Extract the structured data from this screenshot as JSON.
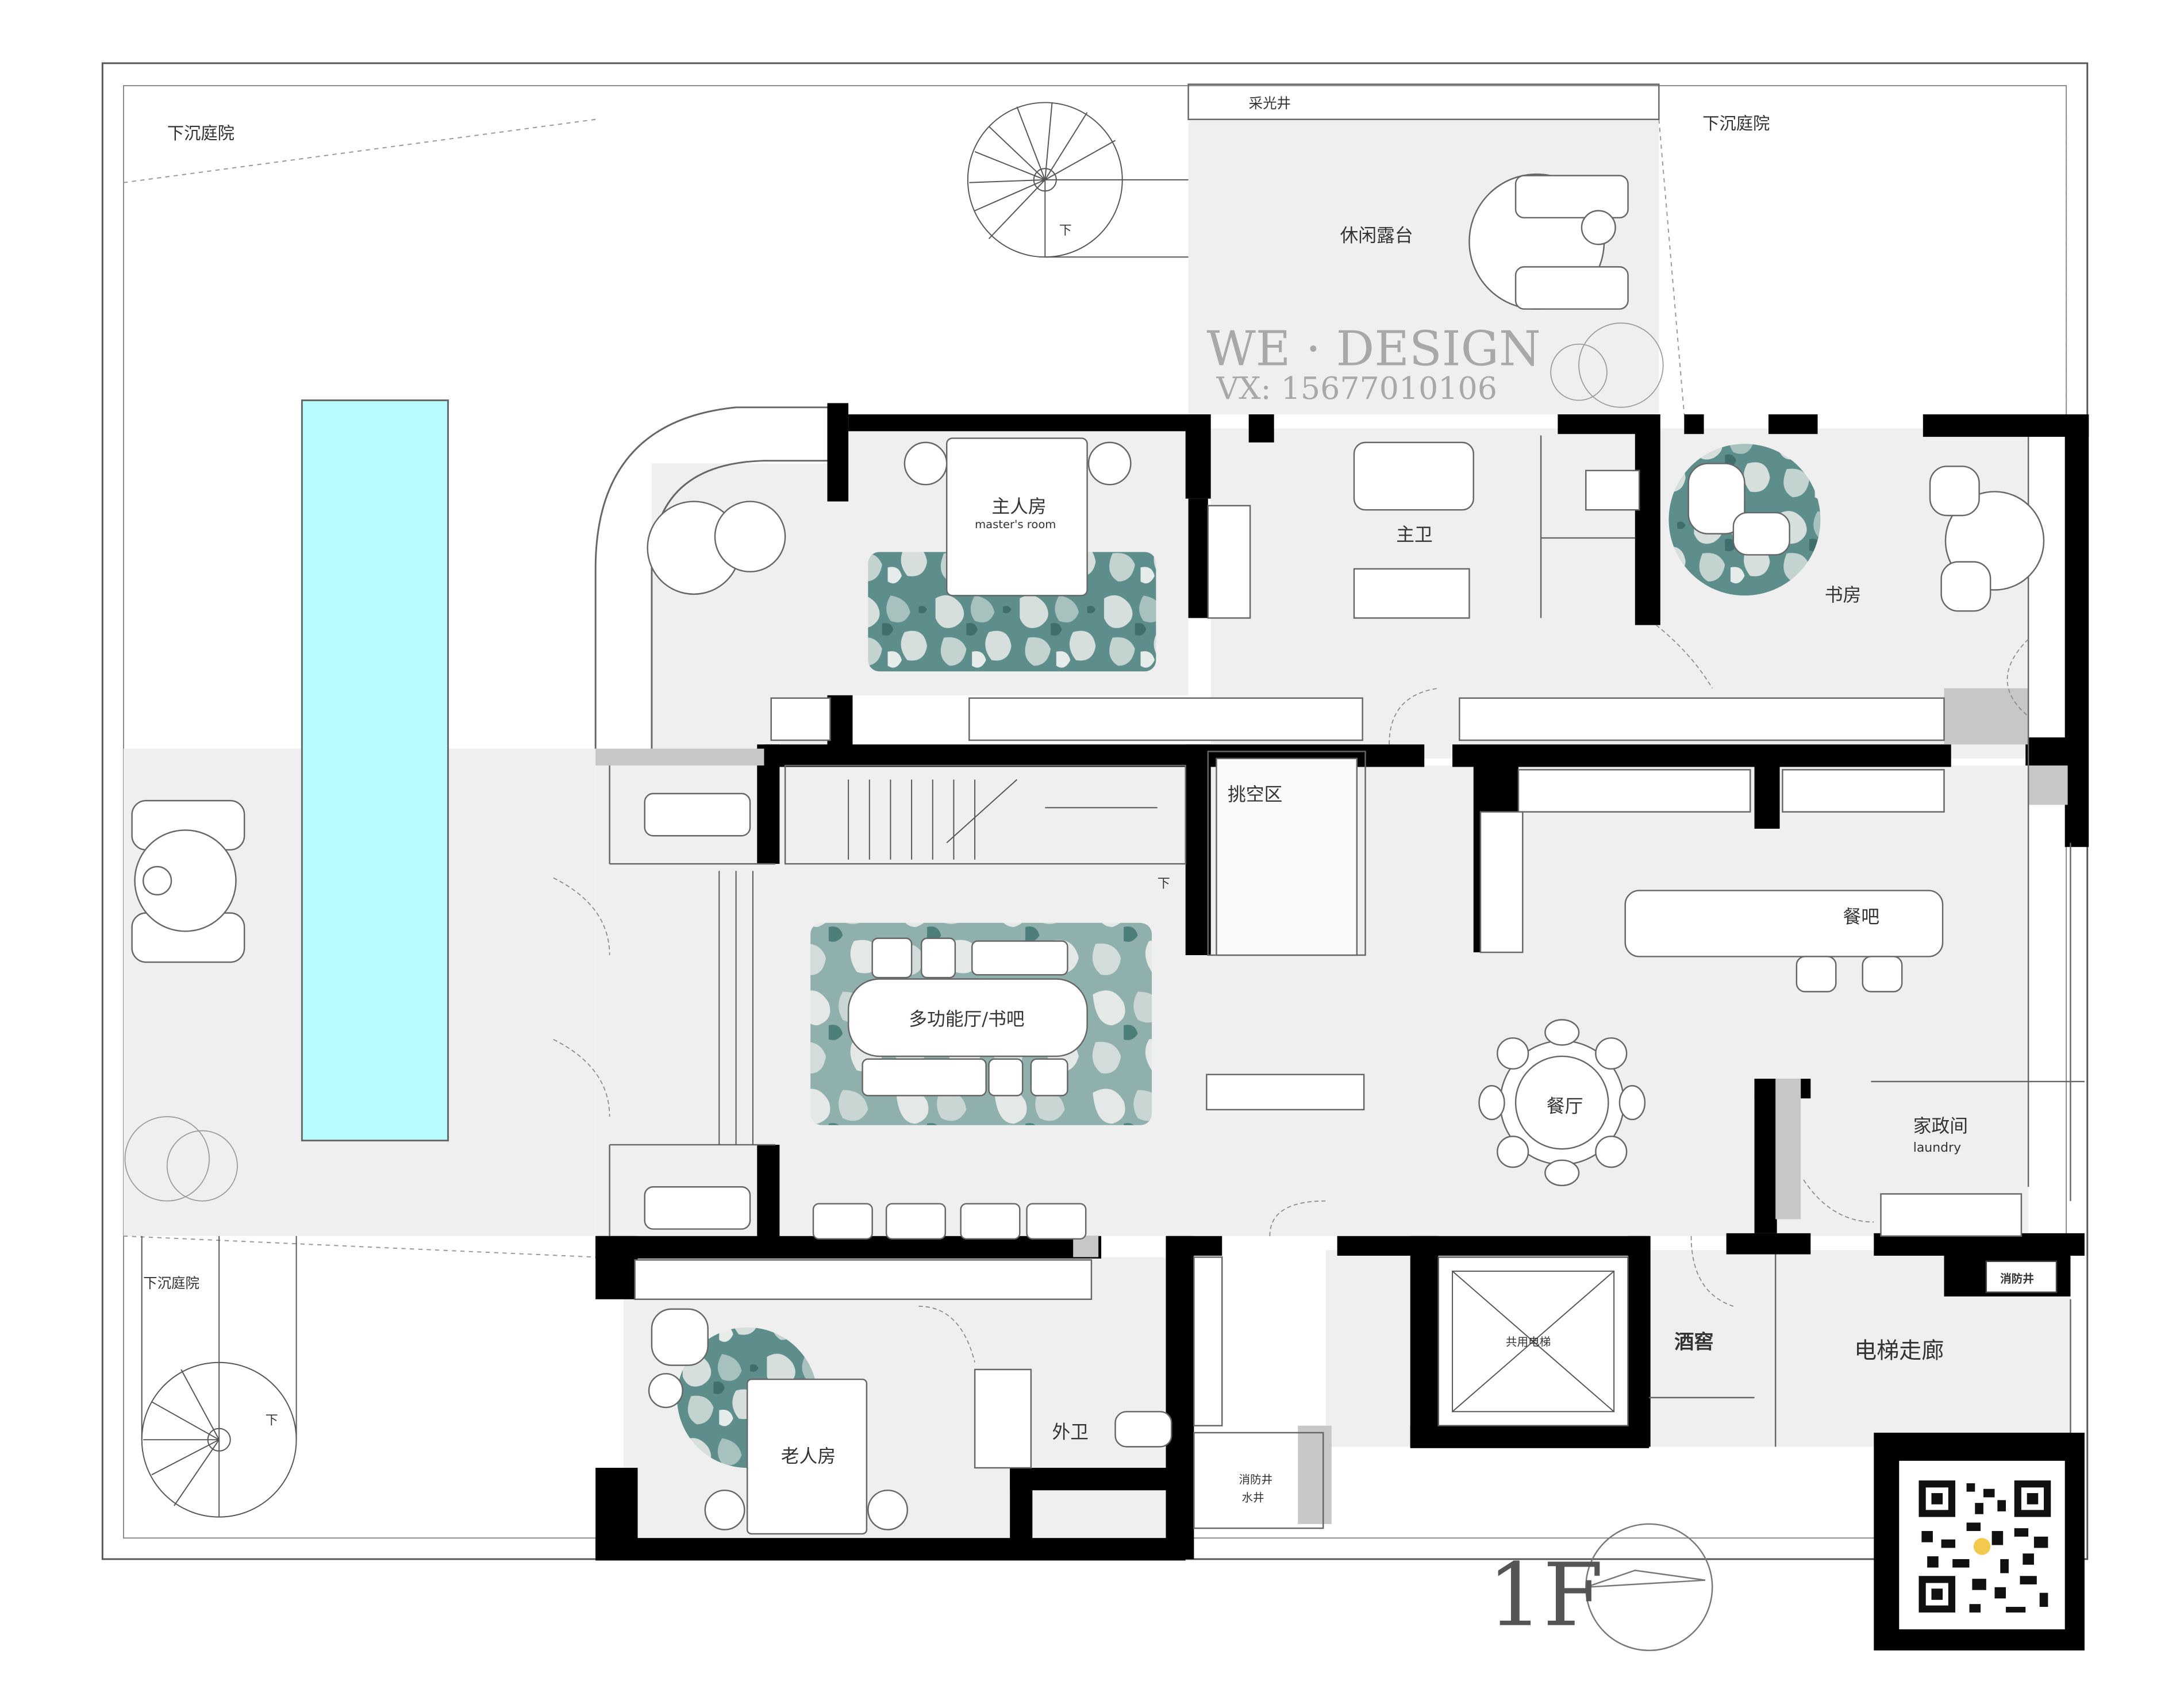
{
  "labels": {
    "sunken_court_top_left": "下沉庭院",
    "skylight_well": "采光井",
    "sunken_court_top_right": "下沉庭院",
    "leisure_terrace": "休闲露台",
    "watermark_brand": "WE · DESIGN",
    "watermark_contact": "VX: 15677010106",
    "master_room": "主人房",
    "master_room_en": "master's room",
    "master_bath": "主卫",
    "study": "书房",
    "void_area": "挑空区",
    "dining_bar": "餐吧",
    "multi_hall": "多功能厅/书吧",
    "dining_room": "餐厅",
    "laundry": "家政间",
    "laundry_en": "laundry",
    "fire_shaft_right": "消防井",
    "shared_elevator": "共用电梯",
    "wine_cellar": "酒窖",
    "elevator_corridor": "电梯走廊",
    "sunken_court_bottom_left": "下沉庭院",
    "elder_room": "老人房",
    "guest_bath": "外卫",
    "fire_shaft_bottom": "消防井",
    "water_shaft": "水井",
    "floor_label": "1F",
    "stair_down_1": "下",
    "stair_down_2": "下",
    "stair_down_3": "下"
  },
  "colors": {
    "wall": "#000000",
    "floor": "#efefef",
    "pool": "#b8fbfd",
    "rug_dark": "#5e8e8c",
    "rug_light": "#d7dfdd",
    "rug_mid": "#96b6b3",
    "watermark": "#9c9c9c"
  }
}
